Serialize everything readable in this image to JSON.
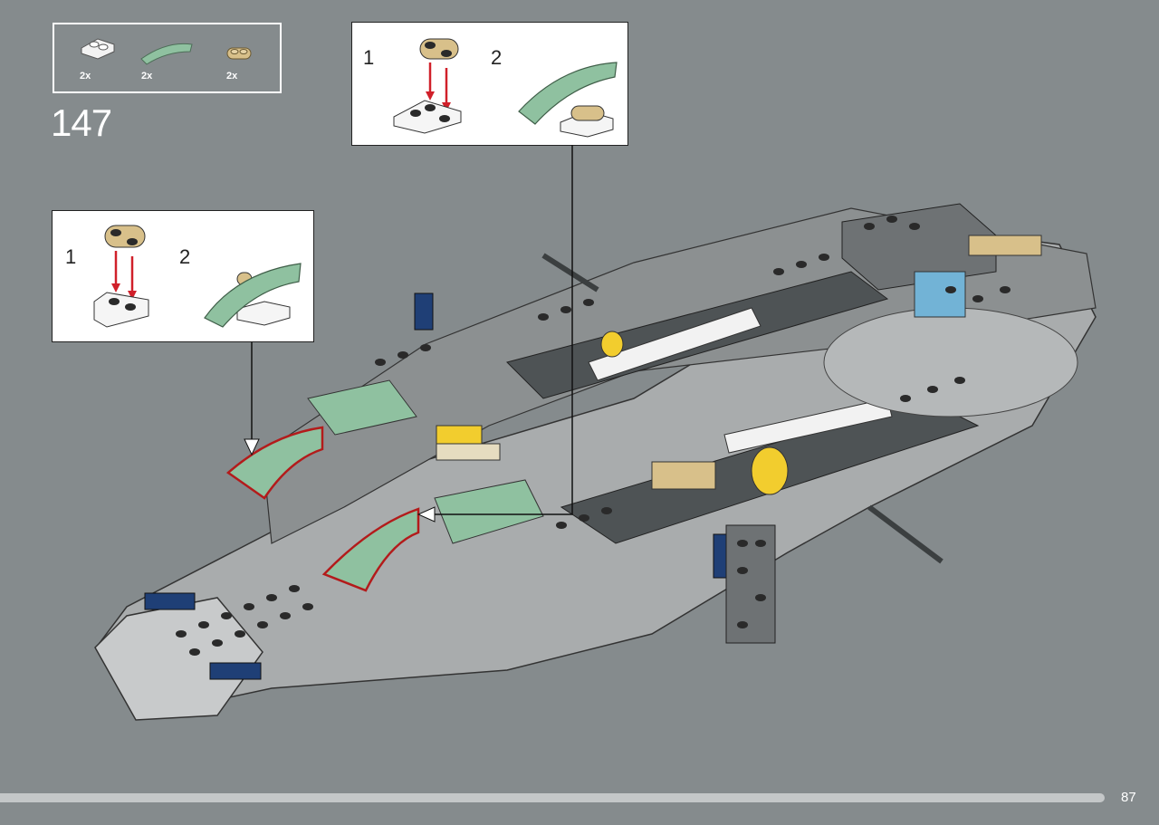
{
  "step": {
    "number": "147"
  },
  "parts_list": [
    {
      "icon": "white-wedge-plate-icon",
      "qty": "2x",
      "color": "#f2f2f2"
    },
    {
      "icon": "sand-green-curved-slope-icon",
      "qty": "2x",
      "color": "#8fc1a0"
    },
    {
      "icon": "tan-plate-1x2-icon",
      "qty": "2x",
      "color": "#d8c08a"
    }
  ],
  "callout_top": {
    "sub1": "1",
    "sub2": "2"
  },
  "callout_left": {
    "sub1": "1",
    "sub2": "2"
  },
  "page": {
    "number": "87"
  },
  "colors": {
    "background": "#858b8d",
    "arrow_red": "#d0202a",
    "highlight_red": "#b31b1b",
    "sand_green": "#8fc1a0",
    "tan": "#d8c08a",
    "light_gray": "#a9acad",
    "dark_gray": "#5c6062"
  }
}
